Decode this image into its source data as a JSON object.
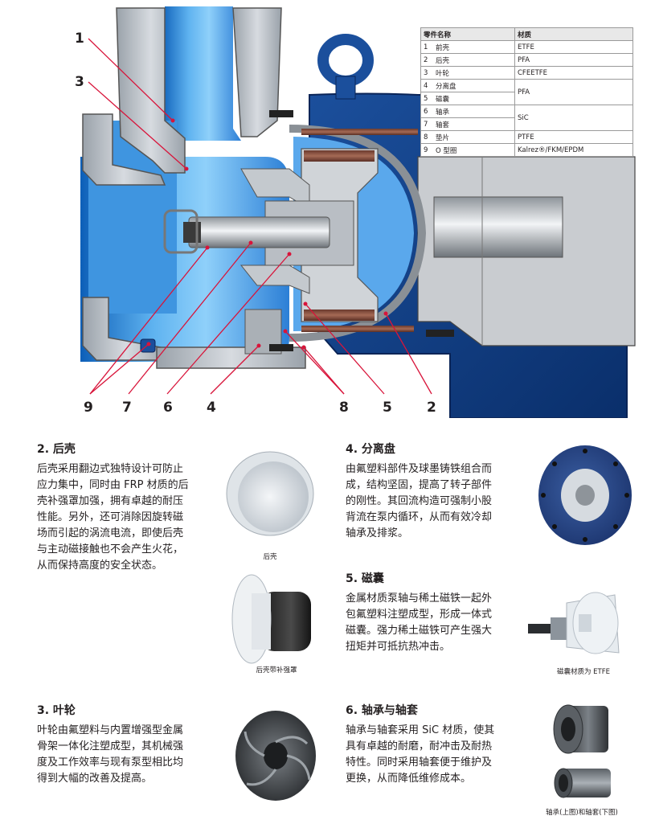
{
  "diagram": {
    "callouts_left": [
      "1",
      "3"
    ],
    "callouts_bottom": [
      "9",
      "7",
      "6",
      "4",
      "8",
      "5",
      "2"
    ]
  },
  "parts_table": {
    "header": [
      "零件名称",
      "材质"
    ],
    "rows": [
      {
        "no": "1",
        "name": "前壳",
        "material": "ETFE"
      },
      {
        "no": "2",
        "name": "后壳",
        "material": "PFA"
      },
      {
        "no": "3",
        "name": "叶轮",
        "material": "CFEETFE"
      },
      {
        "no": "4",
        "name": "分离盘",
        "material": "PFA"
      },
      {
        "no": "5",
        "name": "磁囊",
        "material": ""
      },
      {
        "no": "6",
        "name": "轴承",
        "material": "SiC"
      },
      {
        "no": "7",
        "name": "轴套",
        "material": ""
      },
      {
        "no": "8",
        "name": "垫片",
        "material": "PTFE"
      },
      {
        "no": "9",
        "name": "O 型圈",
        "material": "Kalrez®/FKM/EPDM"
      }
    ]
  },
  "sections": {
    "s2": {
      "title": "2. 后壳",
      "lines": [
        "后壳采用翻边式独特设计可防止",
        "应力集中，同时由 FRP 材质的后",
        "壳补强罩加强，拥有卓越的耐压",
        "性能。另外，还可消除因旋转磁",
        "场而引起的涡流电流，即使后壳",
        "与主动磁接触也不会产生火花，",
        "从而保持高度的安全状态。"
      ],
      "caption1": "后壳",
      "caption2": "后壳带补强罩"
    },
    "s3": {
      "title": "3. 叶轮",
      "lines": [
        "叶轮由氟塑料与内置增强型金属",
        "骨架一体化注塑成型，其机械强",
        "度及工作效率与现有泵型相比均",
        "得到大幅的改善及提高。"
      ]
    },
    "s4": {
      "title": "4. 分离盘",
      "lines": [
        "由氟塑料部件及球墨铸铁组合而",
        "成，结构坚固，提高了转子部件",
        "的刚性。其回流构造可强制小股",
        "背流在泵内循环，从而有效冷却",
        "轴承及排浆。"
      ]
    },
    "s5": {
      "title": "5. 磁囊",
      "lines": [
        "金属材质泵轴与稀土磁铁一起外",
        "包氟塑料注塑成型，形成一体式",
        "磁囊。强力稀土磁铁可产生强大",
        "扭矩并可抵抗热冲击。"
      ],
      "caption": "磁囊材质为 ETFE"
    },
    "s6": {
      "title": "6. 轴承与轴套",
      "lines": [
        "轴承与轴套采用 SiC 材质，使其",
        "具有卓越的耐磨，耐冲击及耐热",
        "特性。同时采用轴套便于维护及",
        "更换，从而降低维修成本。"
      ],
      "caption": "轴承(上图)和轴套(下图)"
    }
  }
}
